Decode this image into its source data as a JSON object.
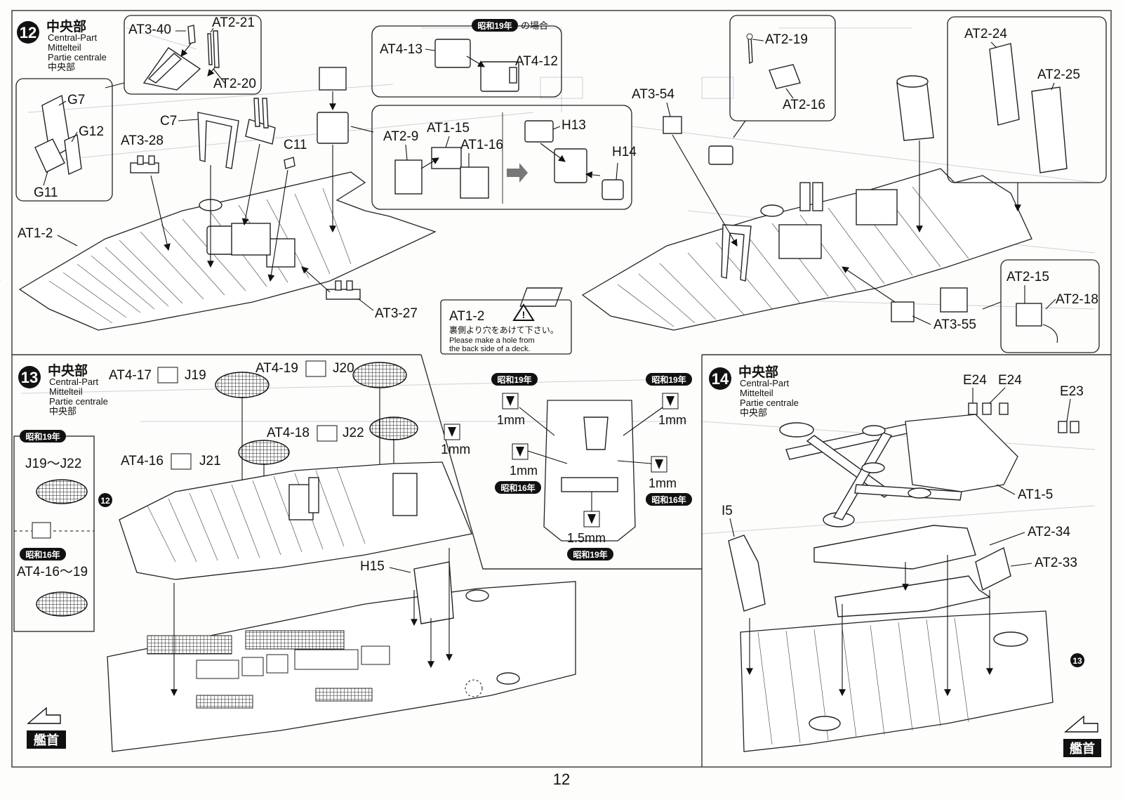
{
  "page_number": "12",
  "steps": [
    {
      "number": "12",
      "title": "中央部",
      "en": "Central-Part",
      "de": "Mittelteil",
      "fr": "Partie centrale",
      "jp_small": "中央部"
    },
    {
      "number": "13",
      "title": "中央部",
      "en": "Central-Part",
      "de": "Mittelteil",
      "fr": "Partie centrale",
      "jp_small": "中央部"
    },
    {
      "number": "14",
      "title": "中央部",
      "en": "Central-Part",
      "de": "Mittelteil",
      "fr": "Partie centrale",
      "jp_small": "中央部"
    }
  ],
  "variant_badges": {
    "s19": "昭和19年",
    "s16": "昭和16年",
    "case_suffix": "の場合"
  },
  "step12_labels": {
    "at3_40": "AT3-40",
    "at2_21": "AT2-21",
    "at2_20": "AT2-20",
    "g7": "G7",
    "g12": "G12",
    "g11": "G11",
    "c7": "C7",
    "at3_28": "AT3-28",
    "c11": "C11",
    "at1_2": "AT1-2",
    "at3_27": "AT3-27",
    "at4_13": "AT4-13",
    "at4_12": "AT4-12",
    "at2_9": "AT2-9",
    "at1_15": "AT1-15",
    "at1_16": "AT1-16",
    "h13": "H13",
    "h14": "H14"
  },
  "step12b_labels": {
    "at2_19": "AT2-19",
    "at2_16": "AT2-16",
    "at3_54": "AT3-54",
    "at2_24": "AT2-24",
    "at2_25": "AT2-25",
    "at2_15": "AT2-15",
    "at2_18": "AT2-18",
    "at3_55": "AT3-55"
  },
  "note": {
    "part": "AT1-2",
    "jp": "裏側より穴をあけて下さい。",
    "en1": "Please make a hole from",
    "en2": "the back side of a deck."
  },
  "step13_labels": {
    "at4_17": "AT4-17",
    "j19": "J19",
    "at4_19": "AT4-19",
    "j20": "J20",
    "at4_18": "AT4-18",
    "j22": "J22",
    "at4_16": "AT4-16",
    "j21": "J21",
    "h15": "H15",
    "one_mm": "1mm",
    "range_j": "J19〜J22",
    "range_at4": "AT4-16〜19",
    "circle_ref": "12",
    "bow": "艦首"
  },
  "drill_labels": {
    "d1": "1mm",
    "d2": "1mm",
    "d3": "1mm",
    "d4": "1mm",
    "d5": "1.5mm"
  },
  "step14_labels": {
    "e24a": "E24",
    "e24b": "E24",
    "e23": "E23",
    "i5": "I5",
    "at1_5": "AT1-5",
    "at2_34": "AT2-34",
    "at2_33": "AT2-33",
    "circle_ref": "13",
    "bow": "艦首"
  },
  "colors": {
    "ink": "#111111",
    "ghost": "#9bb3c9",
    "badge": "#111111",
    "paper": "#fdfdfb"
  }
}
